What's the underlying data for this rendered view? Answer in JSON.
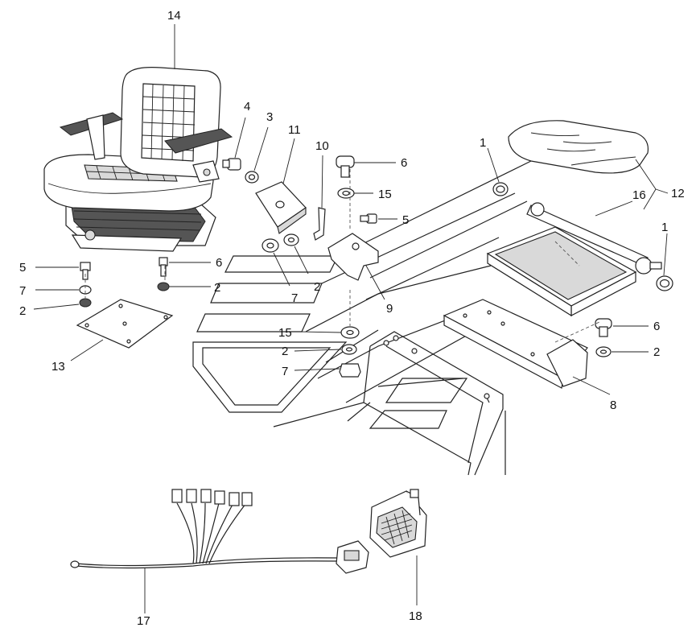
{
  "callouts": [
    {
      "id": "c14",
      "text": "14"
    },
    {
      "id": "c4",
      "text": "4"
    },
    {
      "id": "c3",
      "text": "3"
    },
    {
      "id": "c11",
      "text": "11"
    },
    {
      "id": "c10",
      "text": "10"
    },
    {
      "id": "c6a",
      "text": "6"
    },
    {
      "id": "c15a",
      "text": "15"
    },
    {
      "id": "c5a",
      "text": "5"
    },
    {
      "id": "c1a",
      "text": "1"
    },
    {
      "id": "c16",
      "text": "16"
    },
    {
      "id": "c12",
      "text": "12"
    },
    {
      "id": "c1b",
      "text": "1"
    },
    {
      "id": "c5b",
      "text": "5"
    },
    {
      "id": "c6b",
      "text": "6"
    },
    {
      "id": "c7a",
      "text": "7"
    },
    {
      "id": "c2a",
      "text": "2"
    },
    {
      "id": "c2b",
      "text": "2"
    },
    {
      "id": "c2c",
      "text": "2"
    },
    {
      "id": "c7b",
      "text": "7"
    },
    {
      "id": "c9",
      "text": "9"
    },
    {
      "id": "c15b",
      "text": "15"
    },
    {
      "id": "c2d",
      "text": "2"
    },
    {
      "id": "c7c",
      "text": "7"
    },
    {
      "id": "c13",
      "text": "13"
    },
    {
      "id": "c6c",
      "text": "6"
    },
    {
      "id": "c2e",
      "text": "2"
    },
    {
      "id": "c8",
      "text": "8"
    },
    {
      "id": "c17",
      "text": "17"
    },
    {
      "id": "c18",
      "text": "18"
    }
  ]
}
